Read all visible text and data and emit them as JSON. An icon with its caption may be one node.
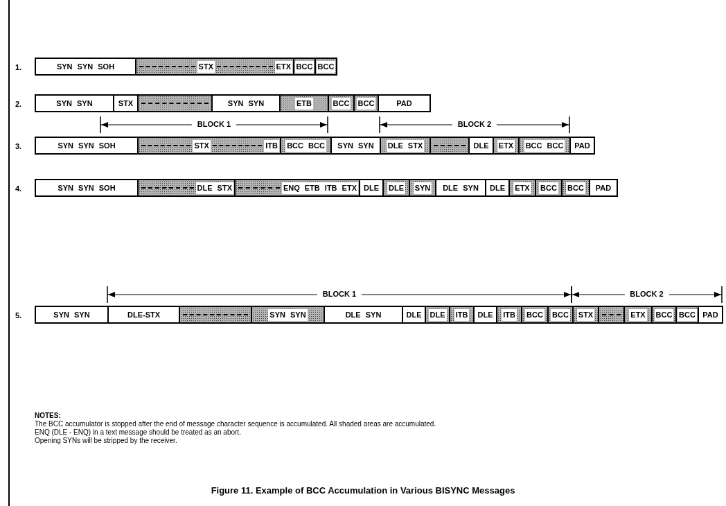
{
  "diagram": {
    "caption": "Figure 11. Example of BCC Accumulation in Various BISYNC Messages",
    "nodes": [
      {
        "text": [
          "SYN SYN SOH"
        ]
      },
      {
        "text": [
          "STX",
          "ETX"
        ]
      },
      {
        "text": [
          "BCC"
        ]
      },
      {
        "text": [
          "BCC"
        ]
      },
      {
        "text": [
          "SYN SYN"
        ]
      },
      {
        "text": [
          "STX"
        ]
      },
      {
        "text": [],
        "shape": "box"
      },
      {
        "text": [
          "SYN SYN"
        ]
      },
      {
        "text": [
          "ETB"
        ]
      },
      {
        "text": [
          "BCC"
        ]
      },
      {
        "text": [
          "BCC"
        ]
      },
      {
        "text": [
          "PAD"
        ]
      },
      {
        "text": [
          "SYN SYN SOH"
        ]
      },
      {
        "text": [
          "STX",
          "ITB"
        ]
      },
      {
        "text": [
          "BCC BCC"
        ]
      },
      {
        "text": [
          "SYN SYN"
        ]
      },
      {
        "text": [
          "DLE STX"
        ]
      },
      {
        "text": [],
        "shape": "box"
      },
      {
        "text": [
          "DLE"
        ]
      },
      {
        "text": [
          "ETX"
        ]
      },
      {
        "text": [
          "BCC BCC"
        ]
      },
      {
        "text": [
          "PAD"
        ]
      },
      {
        "text": [
          "SYN SYN SOH"
        ]
      },
      {
        "text": [
          "DLE STX"
        ]
      },
      {
        "text": [
          "ENQ ETB ITB ETX"
        ]
      },
      {
        "text": [
          "DLE"
        ]
      },
      {
        "text": [
          "DLE"
        ]
      },
      {
        "text": [
          "SYN"
        ]
      },
      {
        "text": [
          "DLE SYN"
        ]
      },
      {
        "text": [
          "DLE"
        ]
      },
      {
        "text": [
          "ETX"
        ]
      },
      {
        "text": [
          "BCC"
        ]
      },
      {
        "text": [
          "BCC"
        ]
      },
      {
        "text": [
          "PAD"
        ]
      },
      {
        "text": [
          "SYN SYN"
        ]
      },
      {
        "text": [
          "DLE-STX"
        ]
      },
      {
        "text": [],
        "shape": "box"
      },
      {
        "text": [
          "SYN SYN"
        ]
      },
      {
        "text": [
          "DLE SYN"
        ]
      },
      {
        "text": [
          "DLE"
        ]
      },
      {
        "text": [
          "DLE"
        ]
      },
      {
        "text": [
          "ITB"
        ]
      },
      {
        "text": [
          "DLE"
        ]
      },
      {
        "text": [
          "ITB"
        ]
      },
      {
        "text": [
          "BCC"
        ]
      },
      {
        "text": [
          "BCC"
        ]
      },
      {
        "text": [
          "STX"
        ]
      },
      {
        "text": [],
        "shape": "box"
      },
      {
        "text": [
          "ETX"
        ]
      },
      {
        "text": [
          "BCC"
        ]
      },
      {
        "text": [
          "BCC"
        ]
      },
      {
        "text": [
          "PAD"
        ]
      }
    ],
    "labels": [
      "1.",
      "2.",
      "BLOCK 1",
      "BLOCK 2",
      "3.",
      "4.",
      "BLOCK 1",
      "BLOCK 2",
      "5.",
      "NOTES:",
      "The BCC accumulator is stopped after the end of message character sequence is accumulated.  All shaded areas are accumulated.",
      "ENQ (DLE - ENQ) in a text message should be treated as an abort.",
      "Opening SYNs will be stripped by the receiver."
    ]
  }
}
